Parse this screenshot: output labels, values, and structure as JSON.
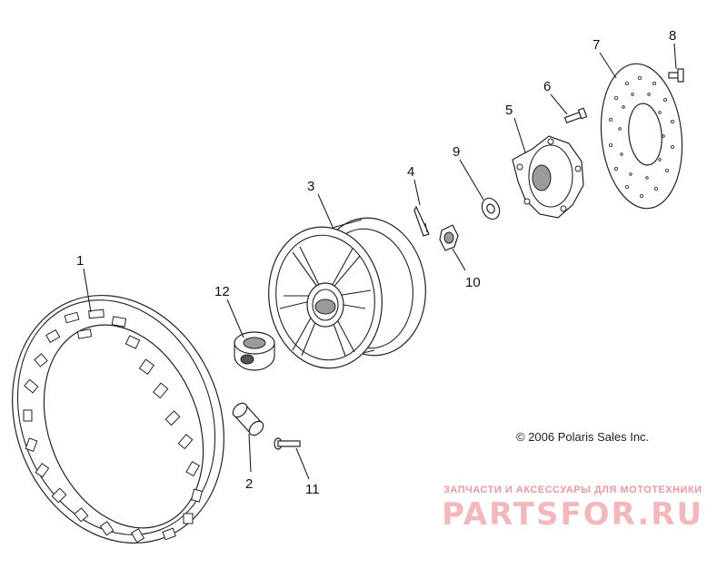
{
  "callouts": [
    {
      "num": "1"
    },
    {
      "num": "2"
    },
    {
      "num": "3"
    },
    {
      "num": "4"
    },
    {
      "num": "5"
    },
    {
      "num": "6"
    },
    {
      "num": "7"
    },
    {
      "num": "8"
    },
    {
      "num": "9"
    },
    {
      "num": "10"
    },
    {
      "num": "11"
    },
    {
      "num": "12"
    }
  ],
  "copyright": "© 2006 Polaris Sales Inc.",
  "watermark": {
    "tagline": "ЗАПЧАСТИ И АКСЕССУАРЫ ДЛЯ МОТОТЕХНИКИ",
    "brand": "PARTSFOR.RU"
  }
}
